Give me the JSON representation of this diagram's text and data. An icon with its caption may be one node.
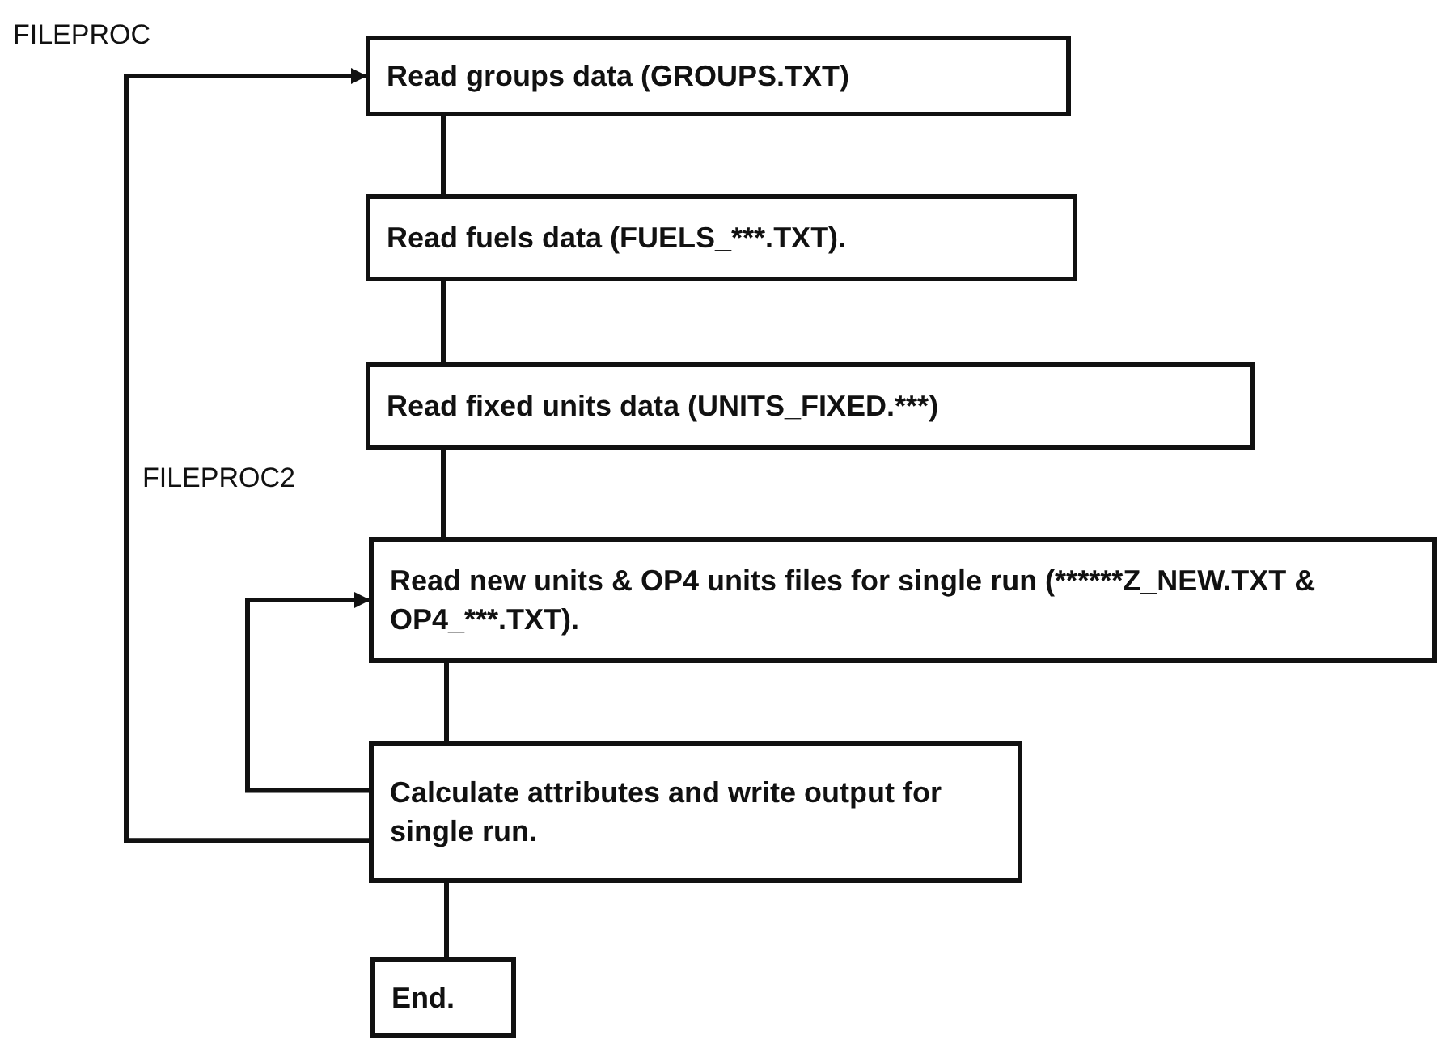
{
  "diagram": {
    "nodes": [
      {
        "text": [
          "Read groups data (GROUPS.TXT)"
        ]
      },
      {
        "text": [
          "Read fuels data (FUELS_***.TXT)."
        ]
      },
      {
        "text": [
          "Read fixed units data (UNITS_FIXED.***)"
        ]
      },
      {
        "text": [
          "Read new units & OP4 units files for single run (******Z_NEW.TXT & OP4_***.TXT)."
        ]
      },
      {
        "text": [
          "Calculate attributes and write output for single run."
        ]
      },
      {
        "text": [
          "End."
        ]
      }
    ],
    "edges": [
      {
        "from": 0,
        "to": 1,
        "arrow": "none"
      },
      {
        "from": 1,
        "to": 2,
        "arrow": "none"
      },
      {
        "from": 2,
        "to": 3,
        "arrow": "none"
      },
      {
        "from": 3,
        "to": 4,
        "arrow": "none"
      },
      {
        "from": 4,
        "to": 5,
        "arrow": "none"
      },
      {
        "from": 4,
        "to": 3,
        "arrow": "to"
      },
      {
        "from": 4,
        "to": 0,
        "arrow": "to"
      }
    ],
    "labels": [
      "FILEPROC",
      "FILEPROC2"
    ]
  }
}
